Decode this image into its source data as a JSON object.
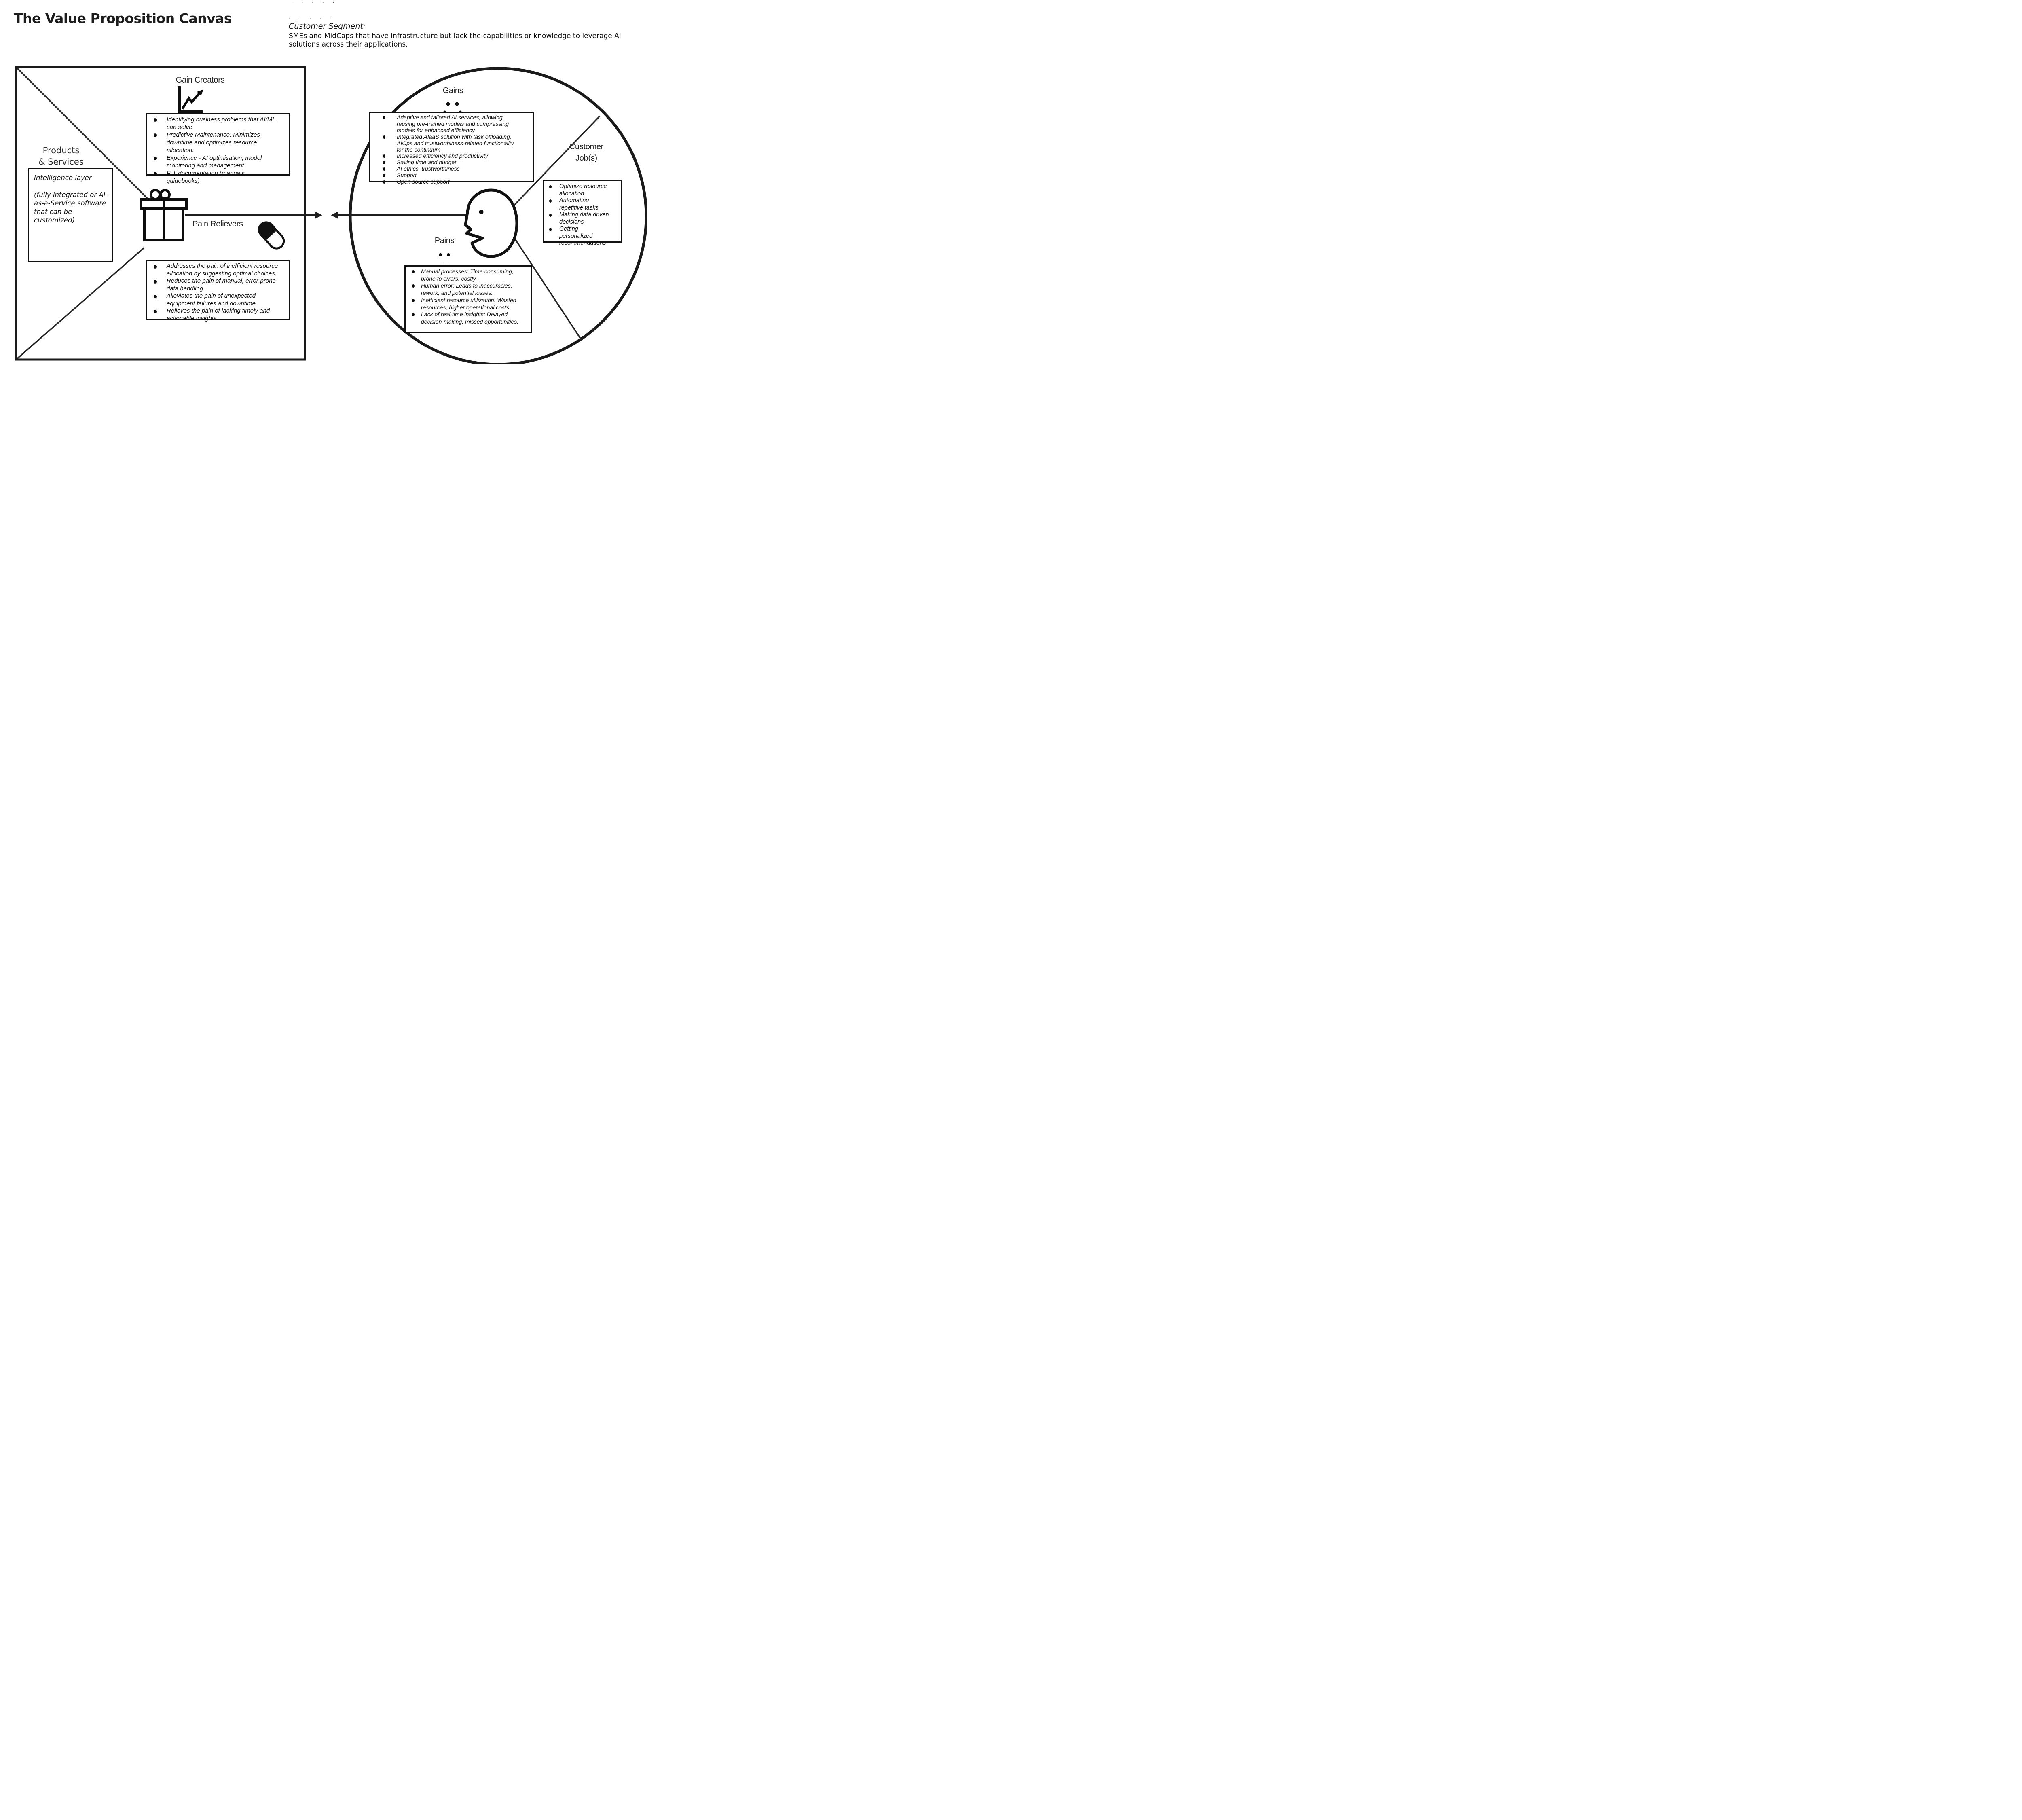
{
  "title": "The Value Proposition Canvas",
  "customer_segment": {
    "heading": "Customer Segment:",
    "description": "SMEs and MidCaps that have infrastructure but lack the capabilities or knowledge to leverage AI solutions across their applications."
  },
  "decor": {
    "dots_row_1": "· · · · ·",
    "dots_row_2": "· · · · ·",
    "dot": "·"
  },
  "value_map": {
    "products_services_label": [
      "Products",
      "& Services"
    ],
    "gift_icon": "gift-icon",
    "intelligence_layer": {
      "title": "Intelligence layer",
      "note": "(fully integrated or AI-as-a-Service software that can be customized)"
    },
    "gain_creators": {
      "label": "Gain Creators",
      "icon": "growth-chart-icon",
      "items": [
        "Identifying business problems that AI/ML can solve",
        "Predictive Maintenance: Minimizes downtime and optimizes resource allocation.",
        "Experience - AI optimisation, model monitoring and management",
        "Full documentation (manuals, guidebooks)"
      ]
    },
    "pain_relievers": {
      "label": "Pain Relievers",
      "icon": "pill-icon",
      "items": [
        "Addresses the pain of inefficient resource allocation by suggesting optimal choices.",
        "Reduces the pain of manual, error-prone data handling.",
        "Alleviates the pain of unexpected equipment failures and downtime.",
        "Relieves the pain of lacking timely and actionable insights."
      ]
    }
  },
  "customer_profile": {
    "label": [
      "Customer",
      "Job(s)"
    ],
    "person_icon": "person-profile-icon",
    "gains": {
      "label": "Gains",
      "icon": "smiley-face-icon",
      "items": [
        "Adaptive and tailored AI services, allowing reusing pre-trained models and compressing models for enhanced efficiency",
        "Integrated AIaaS solution with task offloading, AIOps and trustworthiness-related functionality for the continuum",
        "Increased efficiency and productivity",
        "Saving time and budget",
        "AI ethics, trustworthiness",
        "Support",
        "Open source support"
      ]
    },
    "pains": {
      "label": "Pains",
      "icon": "sad-face-icon",
      "items": [
        "Manual processes: Time-consuming, prone to errors, costly.",
        "Human error: Leads to inaccuracies, rework, and potential losses.",
        "Inefficient resource utilization: Wasted resources, higher operational costs.",
        "Lack of real-time insights: Delayed decision-making, missed opportunities."
      ]
    },
    "jobs": {
      "items": [
        "Optimize resource allocation.",
        "Automating repetitive tasks",
        "Making data driven decisions",
        "Getting personalized recommendations"
      ]
    }
  },
  "colors": {
    "ink": "#1a1a1a",
    "background": "#ffffff"
  }
}
